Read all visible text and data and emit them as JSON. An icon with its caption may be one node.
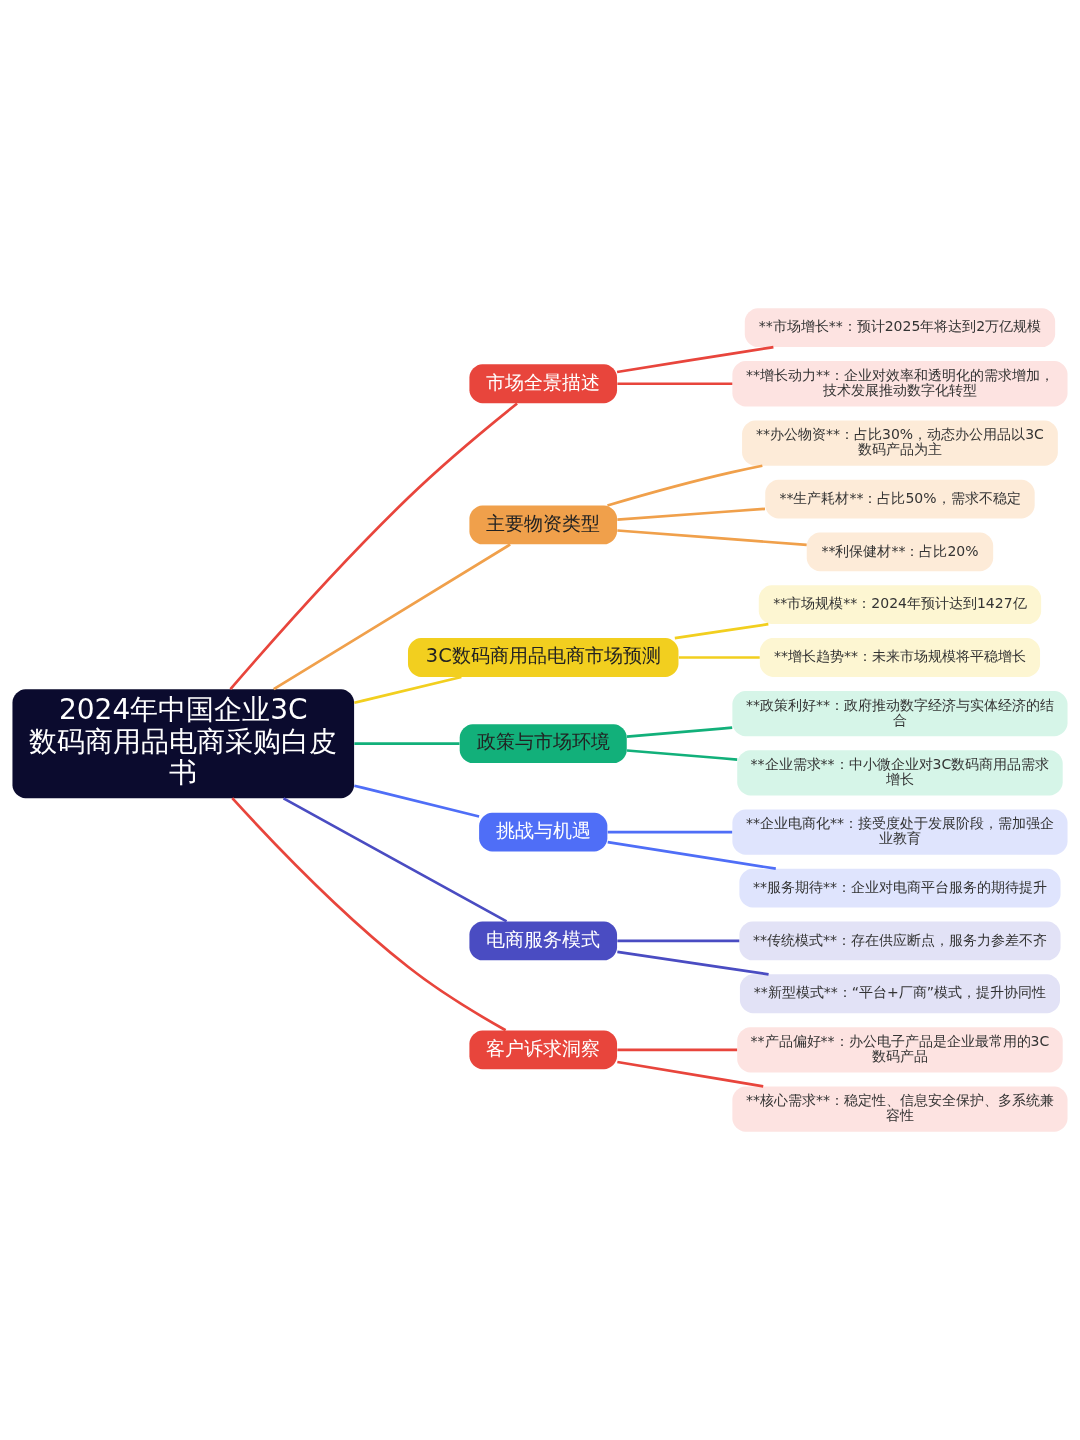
{
  "diagram": {
    "nodes": [
      {
        "text": [
          "2024年中国企业3C数码商用品电商采购白皮书"
        ]
      },
      {
        "text": [
          "市场全景描述"
        ]
      },
      {
        "text": [
          "**市场增长**：预计2025年将达到2万亿规模"
        ]
      },
      {
        "text": [
          "**增长动力**：企业对效率和透明化的需求增加，技术发展推动数字化转型"
        ]
      },
      {
        "text": [
          "主要物资类型"
        ]
      },
      {
        "text": [
          "**办公物资**：占比30%，动态办公用品以3C数码产品为主"
        ]
      },
      {
        "text": [
          "**生产耗材**：占比50%，需求不稳定"
        ]
      },
      {
        "text": [
          "**利保健材**：占比20%"
        ]
      },
      {
        "text": [
          "3C数码商用品电商市场预测"
        ]
      },
      {
        "text": [
          "**市场规模**：2024年预计达到1427亿"
        ]
      },
      {
        "text": [
          "**增长趋势**：未来市场规模将平稳增长"
        ]
      },
      {
        "text": [
          "政策与市场环境"
        ]
      },
      {
        "text": [
          "**政策利好**：政府推动数字经济与实体经济的结合"
        ]
      },
      {
        "text": [
          "**企业需求**：中小微企业对3C数码商用品需求增长"
        ]
      },
      {
        "text": [
          "挑战与机遇"
        ]
      },
      {
        "text": [
          "**企业电商化**：接受度处于发展阶段，需加强企业教育"
        ]
      },
      {
        "text": [
          "**服务期待**：企业对电商平台服务的期待提升"
        ]
      },
      {
        "text": [
          "电商服务模式"
        ]
      },
      {
        "text": [
          "**传统模式**：存在供应断点，服务力参差不齐"
        ]
      },
      {
        "text": [
          "**新型模式**：“平台+厂商”模式，提升协同性"
        ]
      },
      {
        "text": [
          "客户诉求洞察"
        ]
      },
      {
        "text": [
          "**产品偏好**：办公电子产品是企业最常用的3C数码产品"
        ]
      },
      {
        "text": [
          "**核心需求**：稳定性、信息安全保护、多系统兼容性"
        ]
      }
    ],
    "edges": [
      {
        "from": 0,
        "to": 1,
        "arrow": "none",
        "color": "#e8453c"
      },
      {
        "from": 1,
        "to": 2,
        "arrow": "none",
        "color": "#e8453c"
      },
      {
        "from": 1,
        "to": 3,
        "arrow": "none",
        "color": "#e8453c"
      },
      {
        "from": 0,
        "to": 4,
        "arrow": "none",
        "color": "#f0a04b"
      },
      {
        "from": 4,
        "to": 5,
        "arrow": "none",
        "color": "#f0a04b"
      },
      {
        "from": 4,
        "to": 6,
        "arrow": "none",
        "color": "#f0a04b"
      },
      {
        "from": 4,
        "to": 7,
        "arrow": "none",
        "color": "#f0a04b"
      },
      {
        "from": 0,
        "to": 8,
        "arrow": "none",
        "color": "#f2cf1f"
      },
      {
        "from": 8,
        "to": 9,
        "arrow": "none",
        "color": "#f2cf1f"
      },
      {
        "from": 8,
        "to": 10,
        "arrow": "none",
        "color": "#f2cf1f"
      },
      {
        "from": 0,
        "to": 11,
        "arrow": "none",
        "color": "#12b07a"
      },
      {
        "from": 11,
        "to": 12,
        "arrow": "none",
        "color": "#12b07a"
      },
      {
        "from": 11,
        "to": 13,
        "arrow": "none",
        "color": "#12b07a"
      },
      {
        "from": 0,
        "to": 14,
        "arrow": "none",
        "color": "#4f6ef7"
      },
      {
        "from": 14,
        "to": 15,
        "arrow": "none",
        "color": "#4f6ef7"
      },
      {
        "from": 14,
        "to": 16,
        "arrow": "none",
        "color": "#4f6ef7"
      },
      {
        "from": 0,
        "to": 17,
        "arrow": "none",
        "color": "#4a4cc2"
      },
      {
        "from": 17,
        "to": 18,
        "arrow": "none",
        "color": "#4a4cc2"
      },
      {
        "from": 17,
        "to": 19,
        "arrow": "none",
        "color": "#4a4cc2"
      },
      {
        "from": 0,
        "to": 20,
        "arrow": "none",
        "color": "#e8453c"
      },
      {
        "from": 20,
        "to": 21,
        "arrow": "none",
        "color": "#e8453c"
      },
      {
        "from": 20,
        "to": 22,
        "arrow": "none",
        "color": "#e8453c"
      }
    ]
  }
}
